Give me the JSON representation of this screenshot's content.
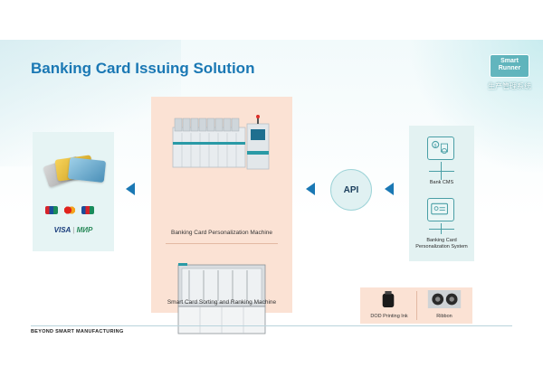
{
  "slide": {
    "title": "Banking Card Issuing Solution",
    "logo": {
      "line1": "Smart",
      "line2": "Runner",
      "subtitle": "生产管理系统"
    },
    "left_panel": {
      "brand_visa": "VISA",
      "brand_mir": "МИР"
    },
    "center_panel": {
      "machine1_label": "Banking Card Personalization Machine",
      "machine2_label": "Smart Card Sorting and Ranking Machine"
    },
    "api_label": "API",
    "right_panel": {
      "system1_label": "Bank CMS",
      "system2_label": "Banking Card Personalization System"
    },
    "consumables": {
      "item1_label": "DOD Printing Ink",
      "item2_label": "Ribbon"
    },
    "footer": "BEYOND SMART MANUFACTURING",
    "colors": {
      "title": "#1a78b4",
      "center_panel_bg": "#fbe2d4",
      "side_panel_bg": "#e3f2f2",
      "arrow": "#1a78b4"
    }
  }
}
